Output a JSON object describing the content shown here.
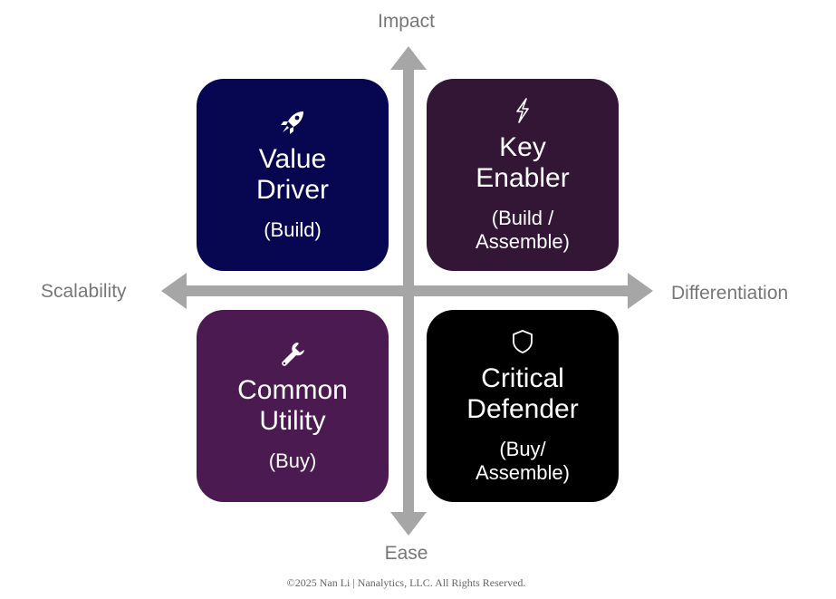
{
  "axes": {
    "top": "Impact",
    "bottom": "Ease",
    "left": "Scalability",
    "right": "Differentiation"
  },
  "quadrants": {
    "top_left": {
      "icon": "rocket-icon",
      "title_line1": "Value",
      "title_line2": "Driver",
      "sub_line1": "(Build)",
      "color": "#070651"
    },
    "top_right": {
      "icon": "lightning-icon",
      "title_line1": "Key",
      "title_line2": "Enabler",
      "sub_line1": "(Build /",
      "sub_line2": "Assemble)",
      "color": "#331536"
    },
    "bottom_left": {
      "icon": "wrench-icon",
      "title_line1": "Common",
      "title_line2": "Utility",
      "sub_line1": "(Buy)",
      "color": "#4a1a51"
    },
    "bottom_right": {
      "icon": "shield-icon",
      "title_line1": "Critical",
      "title_line2": "Defender",
      "sub_line1": "(Buy/",
      "sub_line2": "Assemble)",
      "color": "#000000"
    }
  },
  "axis_color": "#a6a6a6",
  "footer": "©2025 Nan Li | Nanalytics, LLC.  All Rights Reserved."
}
